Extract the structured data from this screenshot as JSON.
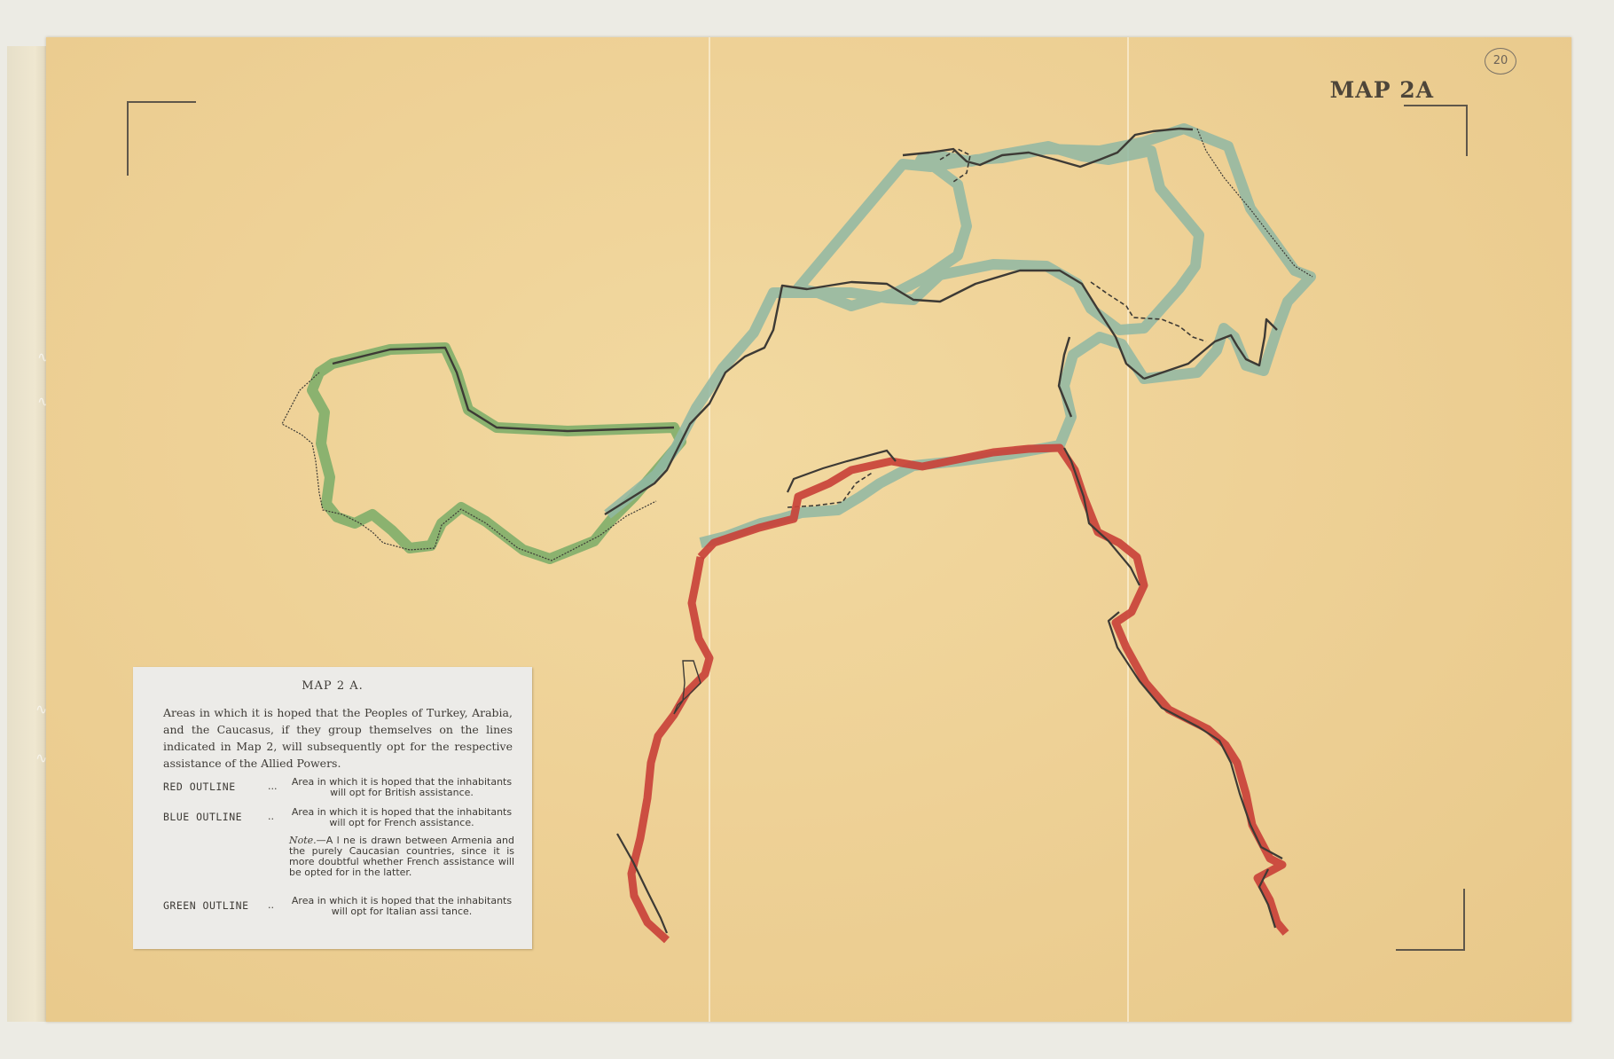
{
  "map": {
    "title": "MAP 2A",
    "page_stamp": "20",
    "colors": {
      "paper": "#eed196",
      "red_outline": "#c9423a",
      "blue_outline": "#8fb7a3",
      "green_outline": "#7fae6a",
      "border_line": "#3d3a35"
    }
  },
  "legend": {
    "title": "MAP 2 A.",
    "description": "Areas in which it is hoped that the Peoples of Turkey, Arabia, and the Caucasus, if they group themselves on the lines indicated in Map 2, will subsequently opt for the respective assistance of the Allied Powers.",
    "entries": [
      {
        "key": "RED OUTLINE",
        "leader": "...",
        "text": "Area in which it is hoped that the inhabitants will opt for British assistance.",
        "color": "#c9423a"
      },
      {
        "key": "BLUE OUTLINE",
        "leader": "..",
        "text": "Area in which it is hoped that the inhabitants will opt for French assistance.",
        "color": "#8fb7a3"
      },
      {
        "key": "GREEN OUTLINE",
        "leader": "..",
        "text": "Area in which it is hoped that the inhabitants will opt for Italian assi tance.",
        "color": "#7fae6a"
      }
    ],
    "note_label": "Note.—",
    "note_text": "A l ne is drawn between Armenia and the purely Caucasian countries, since it is more doubtful whether French assistance will be opted for in the latter."
  }
}
